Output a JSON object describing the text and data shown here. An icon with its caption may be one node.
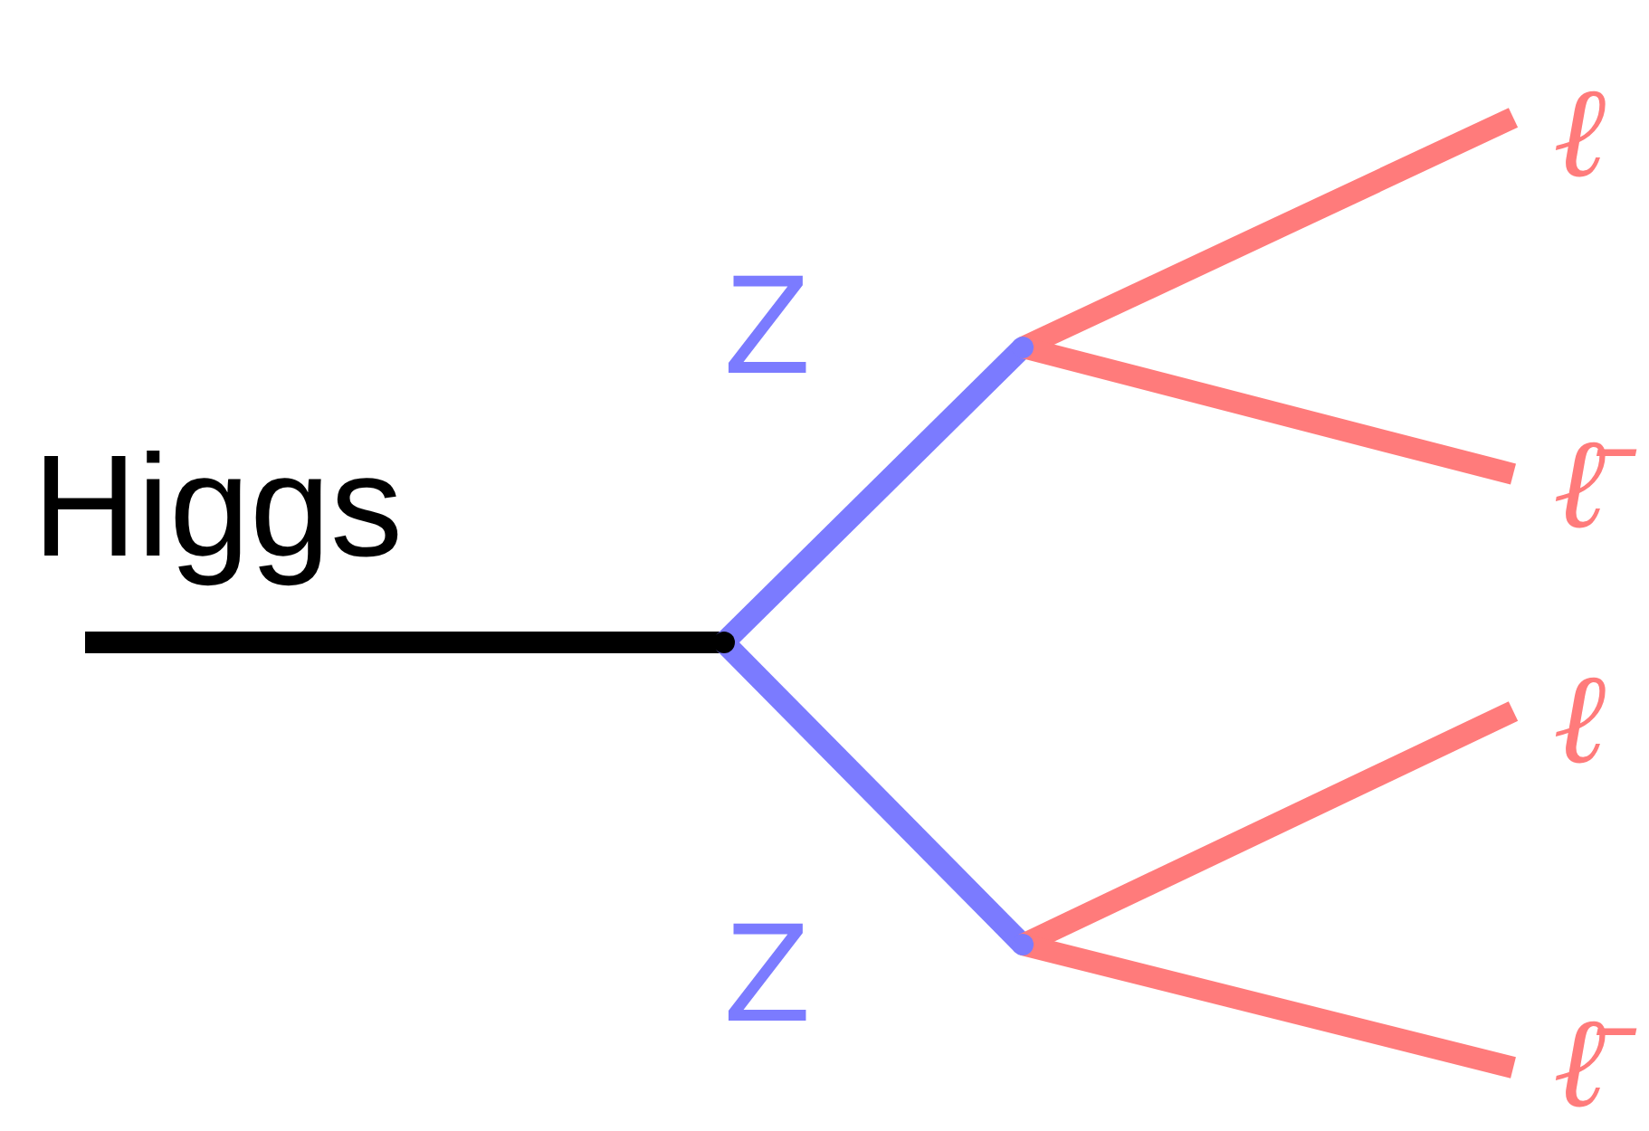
{
  "diagram": {
    "nodes": [
      {
        "text": [],
        "shape": "dot"
      },
      {
        "text": [],
        "shape": "dot"
      },
      {
        "text": [],
        "shape": "dot"
      },
      {
        "text": [
          "ℓ"
        ]
      },
      {
        "text": [
          "ℓ̄"
        ]
      },
      {
        "text": [
          "ℓ"
        ]
      },
      {
        "text": [
          "ℓ̄"
        ]
      }
    ],
    "edges": [
      {
        "from": null,
        "to": 0,
        "arrow": "none",
        "label": "Higgs",
        "color": "#000000"
      },
      {
        "from": 0,
        "to": 1,
        "arrow": "none",
        "label": "Z",
        "color": "#7b7bff"
      },
      {
        "from": 0,
        "to": 2,
        "arrow": "none",
        "label": "Z",
        "color": "#7b7bff"
      },
      {
        "from": 1,
        "to": 3,
        "arrow": "none"
      },
      {
        "from": 1,
        "to": 4,
        "arrow": "none"
      },
      {
        "from": 2,
        "to": 5,
        "arrow": "none"
      },
      {
        "from": 2,
        "to": 6,
        "arrow": "none"
      }
    ]
  }
}
